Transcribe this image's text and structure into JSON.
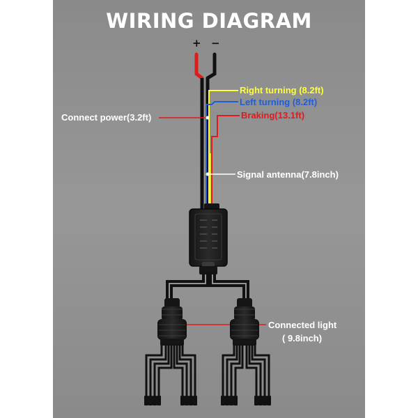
{
  "title": "WIRING DIAGRAM",
  "terminals": {
    "positive": "+",
    "negative": "−"
  },
  "labels": {
    "right_turning": "Right turning (8.2ft)",
    "left_turning": "Left turning (8.2ft)",
    "braking": "Braking(13.1ft)",
    "connect_power": "Connect power(3.2ft)",
    "signal_antenna": "Signal antenna(7.8inch)",
    "connected_light_line1": "Connected light",
    "connected_light_line2": "( 9.8inch)"
  },
  "colors": {
    "background": "#8c8c8c",
    "label_white": "#ffffff",
    "right_turning": "#ffff33",
    "left_turning": "#1e5fd6",
    "braking": "#e01b1b",
    "power_positive": "#e01b1b",
    "wire_black": "#111111"
  }
}
